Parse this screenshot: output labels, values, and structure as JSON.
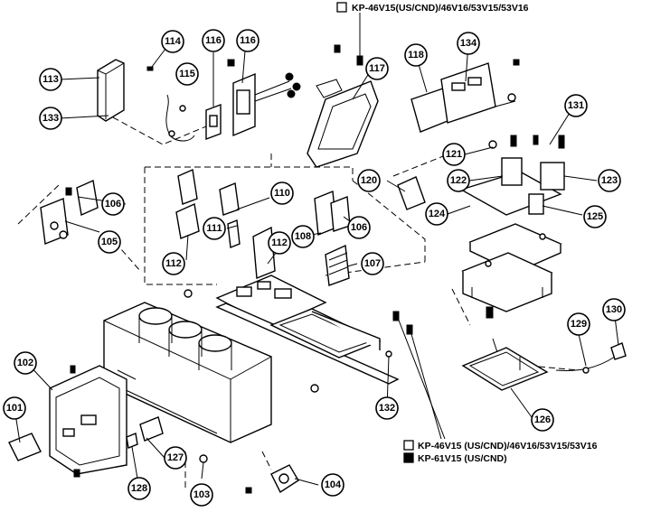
{
  "legend": {
    "top_note": "KP-46V15(US/CND)/46V16/53V15/53V16",
    "bottom_note_open": "KP-46V15 (US/CND)/46V16/53V15/53V16",
    "bottom_note_filled": "KP-61V15 (US/CND)"
  },
  "callouts": [
    {
      "id": "c113",
      "label": "113"
    },
    {
      "id": "c133",
      "label": "133"
    },
    {
      "id": "c114",
      "label": "114"
    },
    {
      "id": "c115",
      "label": "115"
    },
    {
      "id": "c116a",
      "label": "116"
    },
    {
      "id": "c116b",
      "label": "116"
    },
    {
      "id": "c117",
      "label": "117"
    },
    {
      "id": "c118",
      "label": "118"
    },
    {
      "id": "c134",
      "label": "134"
    },
    {
      "id": "c131",
      "label": "131"
    },
    {
      "id": "c121",
      "label": "121"
    },
    {
      "id": "c122",
      "label": "122"
    },
    {
      "id": "c123",
      "label": "123"
    },
    {
      "id": "c125",
      "label": "125"
    },
    {
      "id": "c124",
      "label": "124"
    },
    {
      "id": "c120",
      "label": "120"
    },
    {
      "id": "c106a",
      "label": "106"
    },
    {
      "id": "c105",
      "label": "105"
    },
    {
      "id": "c110",
      "label": "110"
    },
    {
      "id": "c111",
      "label": "111"
    },
    {
      "id": "c112a",
      "label": "112"
    },
    {
      "id": "c112b",
      "label": "112"
    },
    {
      "id": "c108",
      "label": "108"
    },
    {
      "id": "c106b",
      "label": "106"
    },
    {
      "id": "c107",
      "label": "107"
    },
    {
      "id": "c129",
      "label": "129"
    },
    {
      "id": "c130",
      "label": "130"
    },
    {
      "id": "c126",
      "label": "126"
    },
    {
      "id": "c132",
      "label": "132"
    },
    {
      "id": "c102",
      "label": "102"
    },
    {
      "id": "c101",
      "label": "101"
    },
    {
      "id": "c127",
      "label": "127"
    },
    {
      "id": "c128",
      "label": "128"
    },
    {
      "id": "c103",
      "label": "103"
    },
    {
      "id": "c104",
      "label": "104"
    }
  ]
}
